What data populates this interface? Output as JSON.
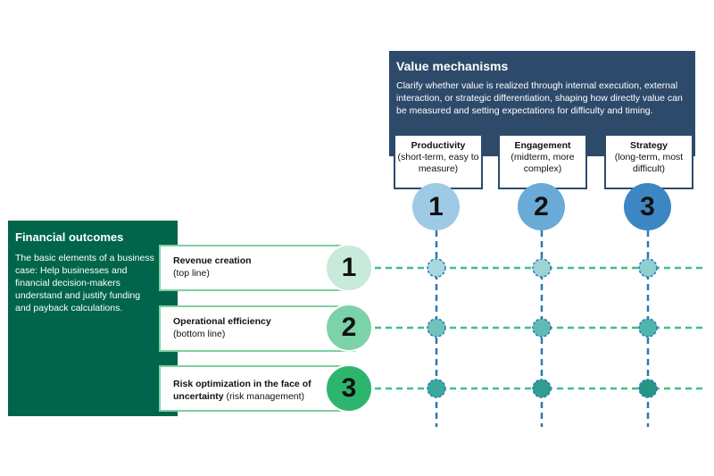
{
  "value_mechanisms": {
    "title": "Value mechanisms",
    "description": "Clarify whether value is realized through internal execution, external interaction, or strategic differentiation, shaping how directly value can be measured and setting expectations for difficulty and timing.",
    "items": [
      {
        "number": "1",
        "title": "Productivity",
        "subtitle": "(short-term, easy to measure)",
        "color": "#9ecae5"
      },
      {
        "number": "2",
        "title": "Engagement",
        "subtitle": "(midterm, more complex)",
        "color": "#6aaad6"
      },
      {
        "number": "3",
        "title": "Strategy",
        "subtitle": "(long-term, most difficult)",
        "color": "#3d86c4"
      }
    ]
  },
  "financial_outcomes": {
    "title": "Financial outcomes",
    "description": "The basic elements of a business case: Help businesses and financial decision-makers understand and justify funding and payback calculations.",
    "items": [
      {
        "number": "1",
        "title": "Revenue creation",
        "subtitle": "(top line)",
        "color": "#c7eadb"
      },
      {
        "number": "2",
        "title": "Operational efficiency",
        "subtitle": "(bottom line)",
        "color": "#7cd2a9"
      },
      {
        "number": "3",
        "title": "Risk optimization in the face of uncertainty",
        "subtitle": " (risk management)",
        "color": "#2db56e"
      }
    ]
  },
  "colors": {
    "navy": "#2e4a6b",
    "green_dark": "#00654a",
    "dash_blue": "#2a78b5",
    "dash_green": "#3fbf8d"
  }
}
